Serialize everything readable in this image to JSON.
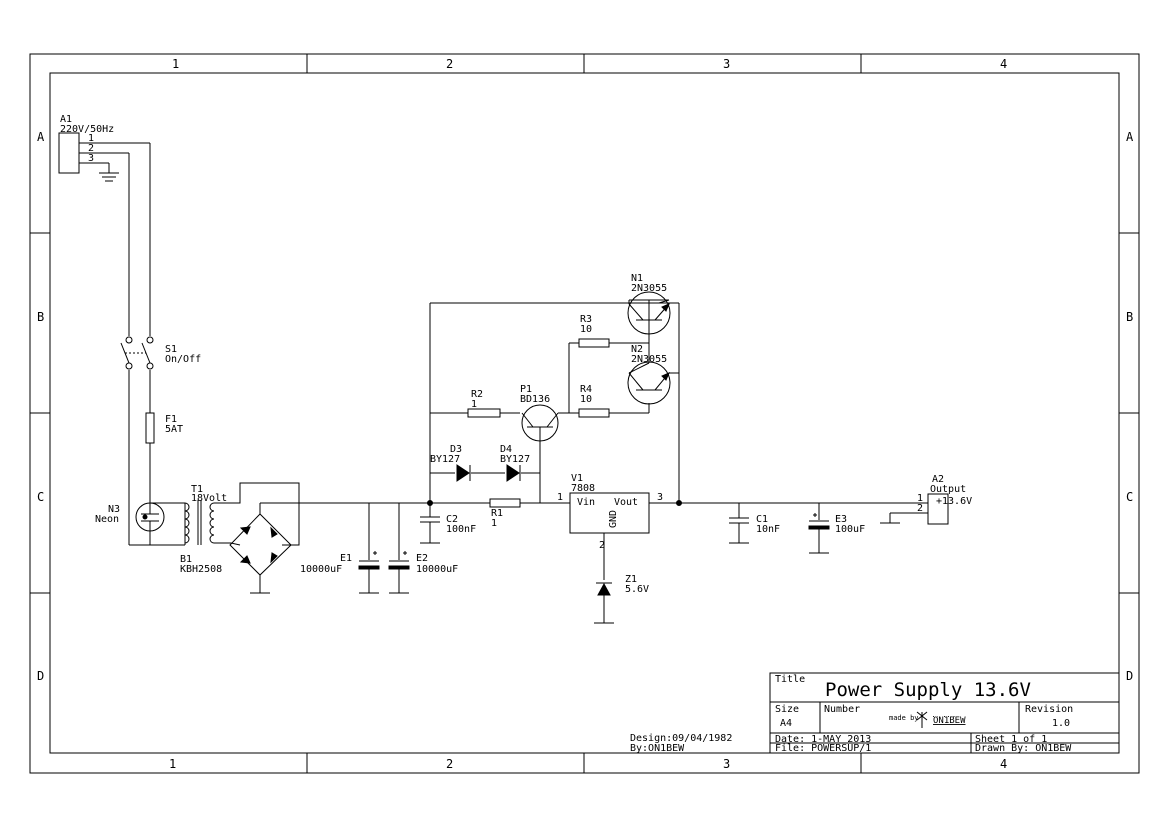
{
  "frame": {
    "columns": [
      "1",
      "2",
      "3",
      "4"
    ],
    "rows": [
      "A",
      "B",
      "C",
      "D"
    ]
  },
  "components": {
    "a1": {
      "ref": "A1",
      "value": "220V/50Hz",
      "pins": [
        "1",
        "2",
        "3"
      ]
    },
    "s1": {
      "ref": "S1",
      "value": "On/Off"
    },
    "f1": {
      "ref": "F1",
      "value": "5AT"
    },
    "n3": {
      "ref": "N3",
      "value": "Neon"
    },
    "t1": {
      "ref": "T1",
      "value": "18Volt"
    },
    "b1": {
      "ref": "B1",
      "value": "KBH2508"
    },
    "e1": {
      "ref": "E1",
      "value": "10000uF"
    },
    "e2": {
      "ref": "E2",
      "value": "10000uF"
    },
    "c2": {
      "ref": "C2",
      "value": "100nF"
    },
    "r1": {
      "ref": "R1",
      "value": "1"
    },
    "r2": {
      "ref": "R2",
      "value": "1"
    },
    "d3": {
      "ref": "D3",
      "value": "BY127"
    },
    "d4": {
      "ref": "D4",
      "value": "BY127"
    },
    "p1": {
      "ref": "P1",
      "value": "BD136"
    },
    "n1": {
      "ref": "N1",
      "value": "2N3055"
    },
    "n2": {
      "ref": "N2",
      "value": "2N3055"
    },
    "r3": {
      "ref": "R3",
      "value": "10"
    },
    "r4": {
      "ref": "R4",
      "value": "10"
    },
    "v1": {
      "ref": "V1",
      "value": "7808",
      "pin_in": "Vin",
      "pin_out": "Vout",
      "pin_gnd": "GND",
      "pin1": "1",
      "pin2": "2",
      "pin3": "3"
    },
    "z1": {
      "ref": "Z1",
      "value": "5.6V"
    },
    "c1": {
      "ref": "C1",
      "value": "10nF"
    },
    "e3": {
      "ref": "E3",
      "value": "100uF"
    },
    "a2": {
      "ref": "A2",
      "value": "Output",
      "pin1": "1",
      "pin2": "2",
      "pin_label": "+13.6V"
    }
  },
  "design_note": {
    "line1": "Design:09/04/1982",
    "line2": "By:ON1BEW"
  },
  "title_block": {
    "title_label": "Title",
    "title": "Power Supply 13.6V",
    "size_label": "Size",
    "size": "A4",
    "number_label": "Number",
    "made_by": "made by",
    "logo_text": "ON1BEW",
    "revision_label": "Revision",
    "revision": "1.0",
    "date": "Date: 1-MAY  2013",
    "sheet": "Sheet  1  of   1",
    "file": "File: POWERSUP/1",
    "drawn_by": "Drawn By:  ON1BEW"
  }
}
